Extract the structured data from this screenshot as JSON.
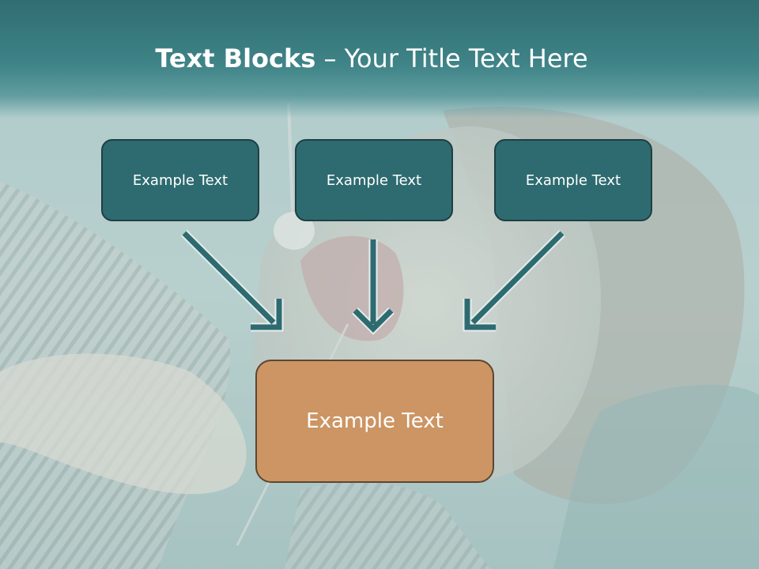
{
  "title": {
    "bold_part": "Text Blocks",
    "separator": " – ",
    "light_part": "Your Title Text Here"
  },
  "boxes": {
    "top": [
      "Example Text",
      "Example Text",
      "Example Text"
    ],
    "bottom": "Example Text"
  },
  "colors": {
    "title_band": "#2f6d71",
    "top_box_fill": "#2e6b70",
    "top_box_border": "#1e3f42",
    "bottom_box_fill": "#cc9563",
    "bottom_box_border": "#5e4532",
    "arrow": "#2e6b70",
    "arrow_outline": "#e6eeee",
    "text": "#ffffff"
  }
}
